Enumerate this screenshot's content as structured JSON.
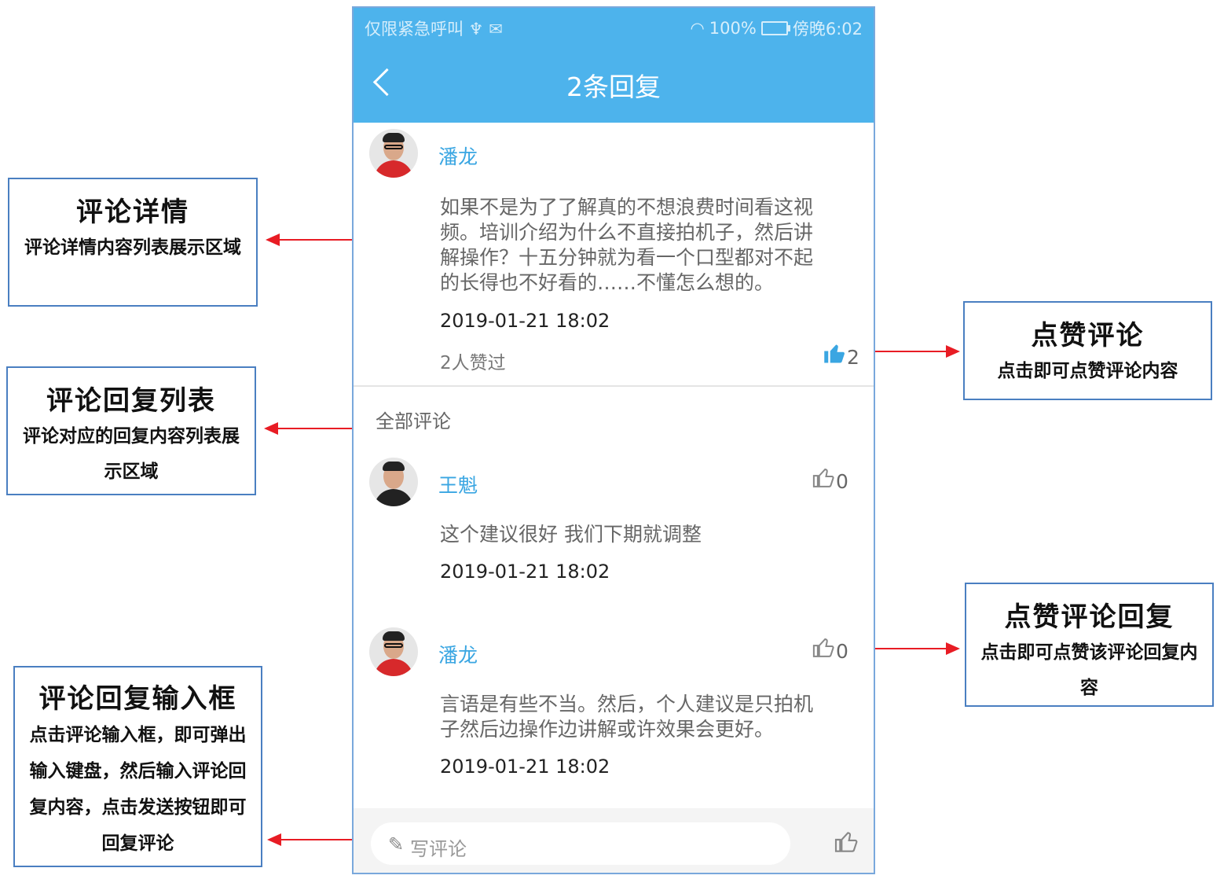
{
  "status_bar": {
    "left": "仅限紧急呼叫 ♆ ✉",
    "battery": "100%",
    "time": "傍晚6:02"
  },
  "nav": {
    "title": "2条回复"
  },
  "main_comment": {
    "user": "潘龙",
    "text_lines": [
      "如果不是为了了解真的不想浪费时间看这视",
      "频。培训介绍为什么不直接拍机子，然后讲",
      "解操作？十五分钟就为看一个口型都对不起",
      "的长得也不好看的……不懂怎么想的。"
    ],
    "time": "2019-01-21 18:02",
    "likes_text": "2人赞过",
    "like_count": "2"
  },
  "replies_header": "全部评论",
  "replies": [
    {
      "user": "王魁",
      "text_lines": [
        "这个建议很好 我们下期就调整"
      ],
      "time": "2019-01-21 18:02",
      "like_count": "0"
    },
    {
      "user": "潘龙",
      "text_lines": [
        "言语是有些不当。然后，个人建议是只拍机",
        "子然后边操作边讲解或许效果会更好。"
      ],
      "time": "2019-01-21 18:02",
      "like_count": "0"
    }
  ],
  "input": {
    "placeholder": "写评论"
  },
  "callouts": {
    "detail": {
      "title": "评论详情",
      "desc": "评论详情内容列表展示区域"
    },
    "reply_list": {
      "title": "评论回复列表",
      "desc": "评论对应的回复内容列表展示区域"
    },
    "input_box": {
      "title": "评论回复输入框",
      "desc": "点击评论输入框，即可弹出输入键盘，然后输入评论回复内容，点击发送按钮即可回复评论"
    },
    "like_comment": {
      "title": "点赞评论",
      "desc": "点击即可点赞评论内容"
    },
    "like_reply": {
      "title": "点赞评论回复",
      "desc": "点击即可点赞该评论回复内容"
    }
  },
  "colors": {
    "accent": "#4db3ec",
    "username": "#3aa6e2",
    "arrow": "#e81c24",
    "callout_border": "#4a7fc1"
  }
}
